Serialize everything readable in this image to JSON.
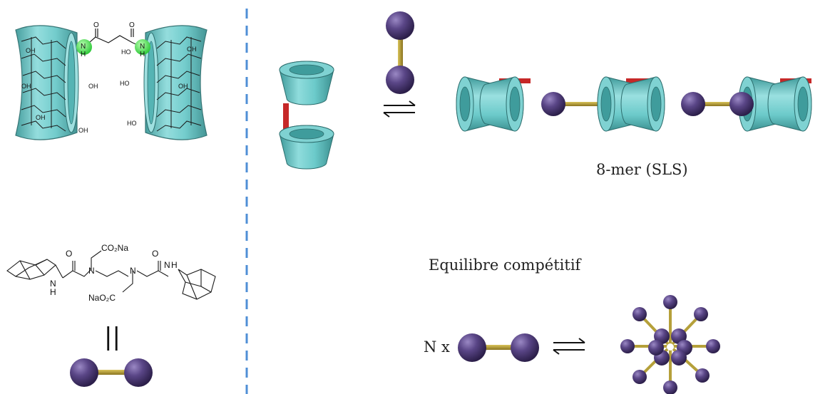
{
  "labels": {
    "oligomer": "8-mer (SLS)",
    "equilibrium": "Equilibre compétitif",
    "n_times": "N x"
  },
  "structure_labels": {
    "nh": "N",
    "h": "H",
    "o": "O",
    "oh": "OH",
    "ho": "HO",
    "co2na": "CO₂Na",
    "naco2": "NaO₂C",
    "n": "N",
    "equals": "||"
  },
  "colors": {
    "cyclodextrin": "#5fbcbc",
    "guest_ball": "#4b3a73",
    "rod": "#b5a03a",
    "linker": "#c62828",
    "separator": "#4f8fd6",
    "amide_n_highlight": "#3fe04a"
  },
  "icons": [
    "cyclodextrin-icon",
    "guest-dumbbell-icon",
    "equilibrium-arrows-icon",
    "micelle-icon"
  ]
}
